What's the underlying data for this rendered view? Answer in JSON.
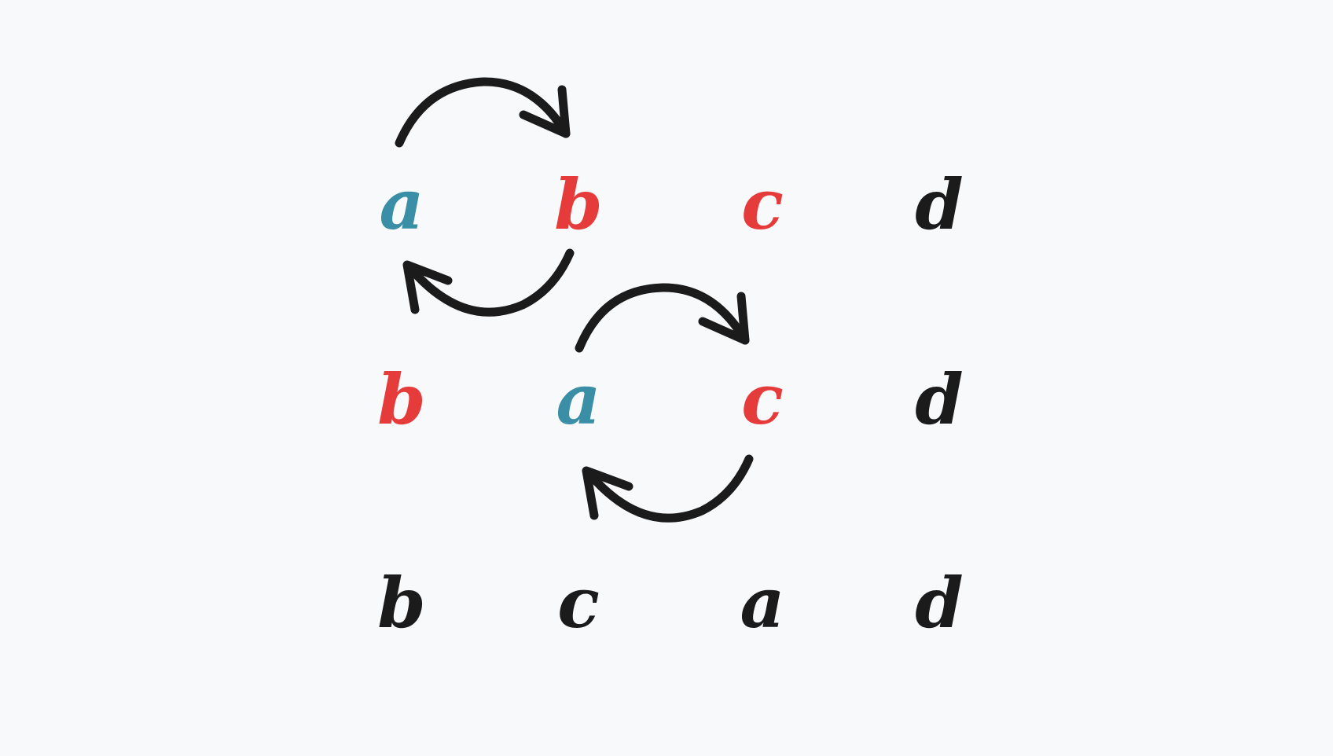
{
  "rows": [
    {
      "cells": [
        {
          "letter": "a",
          "color": "#3a8ea5"
        },
        {
          "letter": "b",
          "color": "#e63b3b"
        },
        {
          "letter": "c",
          "color": "#e63b3b"
        },
        {
          "letter": "d",
          "color": "#1b1b1b"
        }
      ]
    },
    {
      "cells": [
        {
          "letter": "b",
          "color": "#e63b3b"
        },
        {
          "letter": "a",
          "color": "#3a8ea5"
        },
        {
          "letter": "c",
          "color": "#e63b3b"
        },
        {
          "letter": "d",
          "color": "#1b1b1b"
        }
      ]
    },
    {
      "cells": [
        {
          "letter": "b",
          "color": "#1b1b1b"
        },
        {
          "letter": "c",
          "color": "#1b1b1b"
        },
        {
          "letter": "a",
          "color": "#1b1b1b"
        },
        {
          "letter": "d",
          "color": "#1b1b1b"
        }
      ]
    }
  ],
  "swaps": [
    {
      "row": 0,
      "between": [
        "a",
        "b"
      ]
    },
    {
      "row": 1,
      "between": [
        "a",
        "c"
      ]
    }
  ],
  "colors": {
    "background": "#f8f9fb",
    "moving": "#3a8ea5",
    "swapped": "#e63b3b",
    "neutral": "#1b1b1b"
  }
}
